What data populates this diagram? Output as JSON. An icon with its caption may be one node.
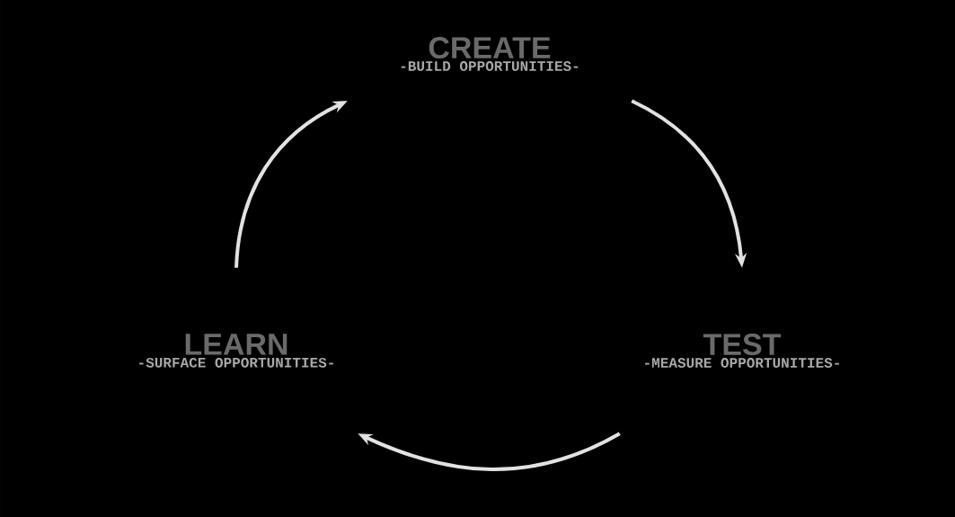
{
  "diagram": {
    "nodes": [
      {
        "text": [
          "CREATE",
          "-BUILD OPPORTUNITIES-"
        ]
      },
      {
        "text": [
          "TEST",
          "-MEASURE OPPORTUNITIES-"
        ]
      },
      {
        "text": [
          "LEARN",
          "-SURFACE OPPORTUNITIES-"
        ]
      }
    ],
    "edges": [
      {
        "from": 0,
        "to": 1,
        "arrow": "to"
      },
      {
        "from": 1,
        "to": 2,
        "arrow": "to"
      },
      {
        "from": 2,
        "to": 0,
        "arrow": "to"
      }
    ]
  }
}
